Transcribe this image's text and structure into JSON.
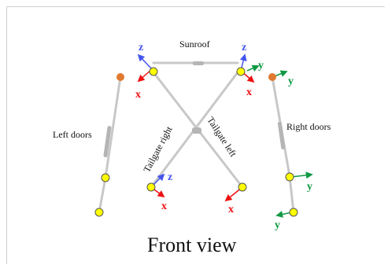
{
  "diagram": {
    "caption": "Front view",
    "labels": {
      "sunroof": "Sunroof",
      "left_doors": "Left doors",
      "right_doors": "Right doors",
      "tailgate_right": "Tailgate right",
      "tailgate_left": "Tailgate left"
    },
    "axes": {
      "x": "x",
      "y": "y",
      "z": "z"
    },
    "colors": {
      "link": "#c8c8c8",
      "node_fill": "#ffff00",
      "node_stroke": "#555555",
      "fixed_node": "#e07a30",
      "x_axis": "#ee1111",
      "y_axis": "#119944",
      "z_axis": "#4455ee",
      "frame": "#cfcfcf"
    }
  }
}
